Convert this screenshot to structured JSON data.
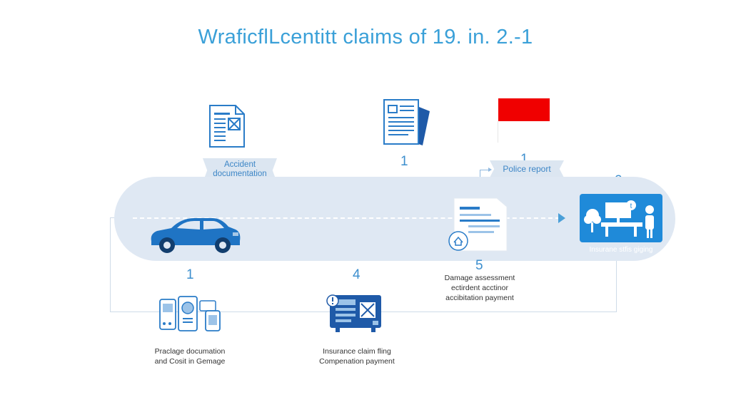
{
  "title": "WraficflLcentitt claims of 19. in. 2.-1",
  "ribbons": {
    "accident_documentation": [
      "Accident",
      "documentation"
    ],
    "police_report": "Police report"
  },
  "numbers": {
    "doc_center": "1",
    "police": "1",
    "insurance_right": "2",
    "car": "1",
    "bottom_middle": "4",
    "damage": "5"
  },
  "labels": {
    "insurance_right": "Insurane stfis giging",
    "damage": [
      "Damage assessment",
      "ectirdent acctinor",
      "accibitation payment"
    ],
    "bottom_left": [
      "Praclage documation",
      "and Cosit in Gemage"
    ],
    "bottom_middle": [
      "Insurance claim fling",
      "Compenation payment"
    ]
  },
  "colors": {
    "title": "#3aa0d8",
    "primary_blue": "#1f74c4",
    "band": "#dfe8f3",
    "flag_red": "#f00000"
  },
  "icons": [
    "document-icon",
    "report-icon",
    "red-flag-icon",
    "car-icon",
    "form-icon",
    "insurance-office-icon",
    "devices-icon",
    "dashboard-icon"
  ]
}
